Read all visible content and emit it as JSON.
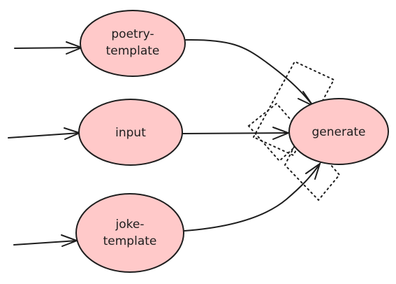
{
  "nodes": {
    "poetry": {
      "line1": "poetry-",
      "line2": "template"
    },
    "input": {
      "label": "input"
    },
    "joke": {
      "line1": "joke-",
      "line2": "template"
    },
    "generate": {
      "label": "generate"
    }
  },
  "colors": {
    "node_fill": "#ffc9c9",
    "stroke": "#1e1e1e"
  }
}
